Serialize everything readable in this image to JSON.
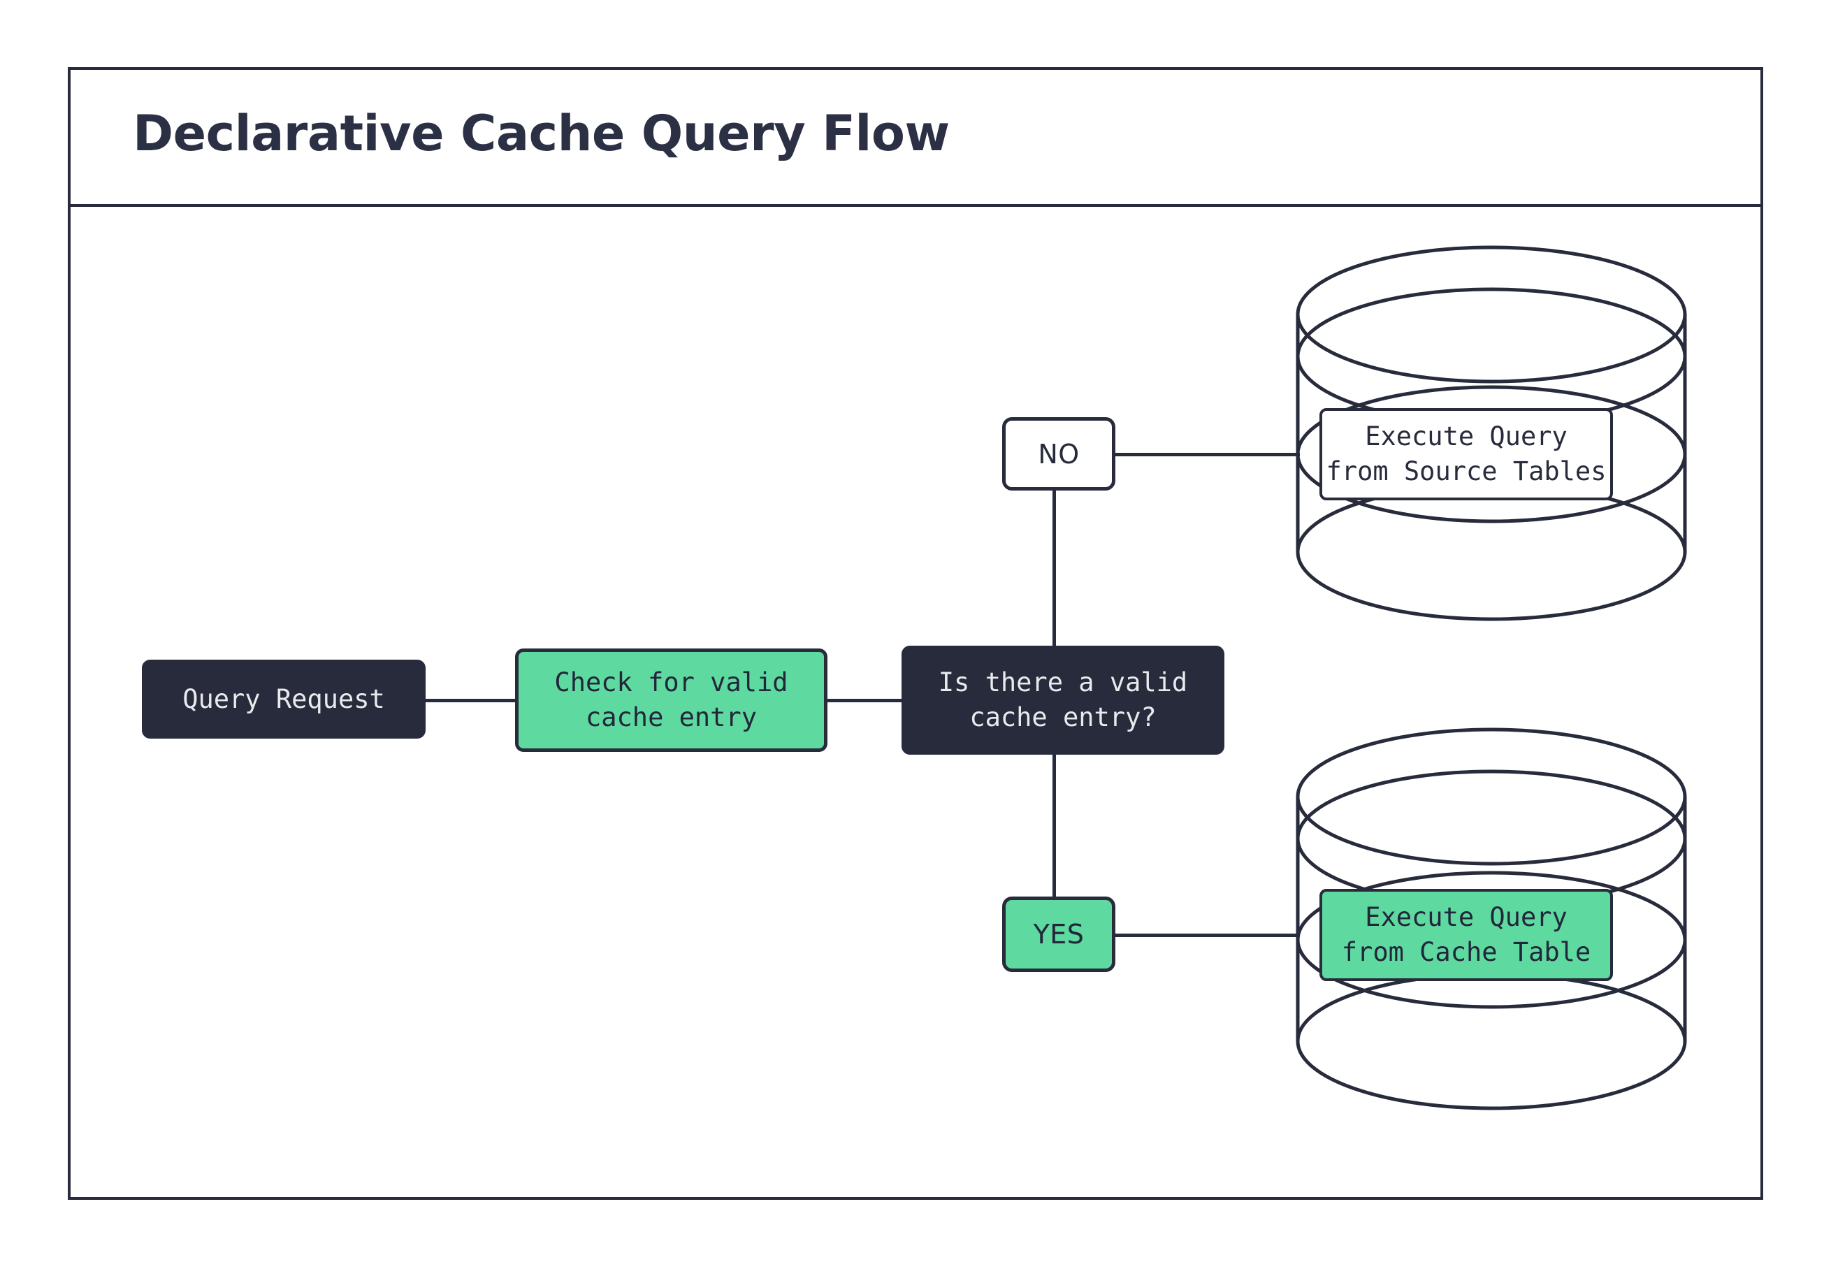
{
  "diagram": {
    "title": "Declarative Cache Query Flow",
    "colors": {
      "dark": "#272b3b",
      "green": "#5ed9a0",
      "white": "#ffffff",
      "title_text": "#2b3044"
    },
    "nodes": {
      "query_request": "Query Request",
      "check_cache": "Check for valid\ncache entry",
      "decision": "Is there a valid\ncache entry?",
      "label_no": "NO",
      "label_yes": "YES",
      "source_tables": "Execute Query\nfrom Source Tables",
      "cache_table": "Execute Query\nfrom Cache Table"
    }
  }
}
